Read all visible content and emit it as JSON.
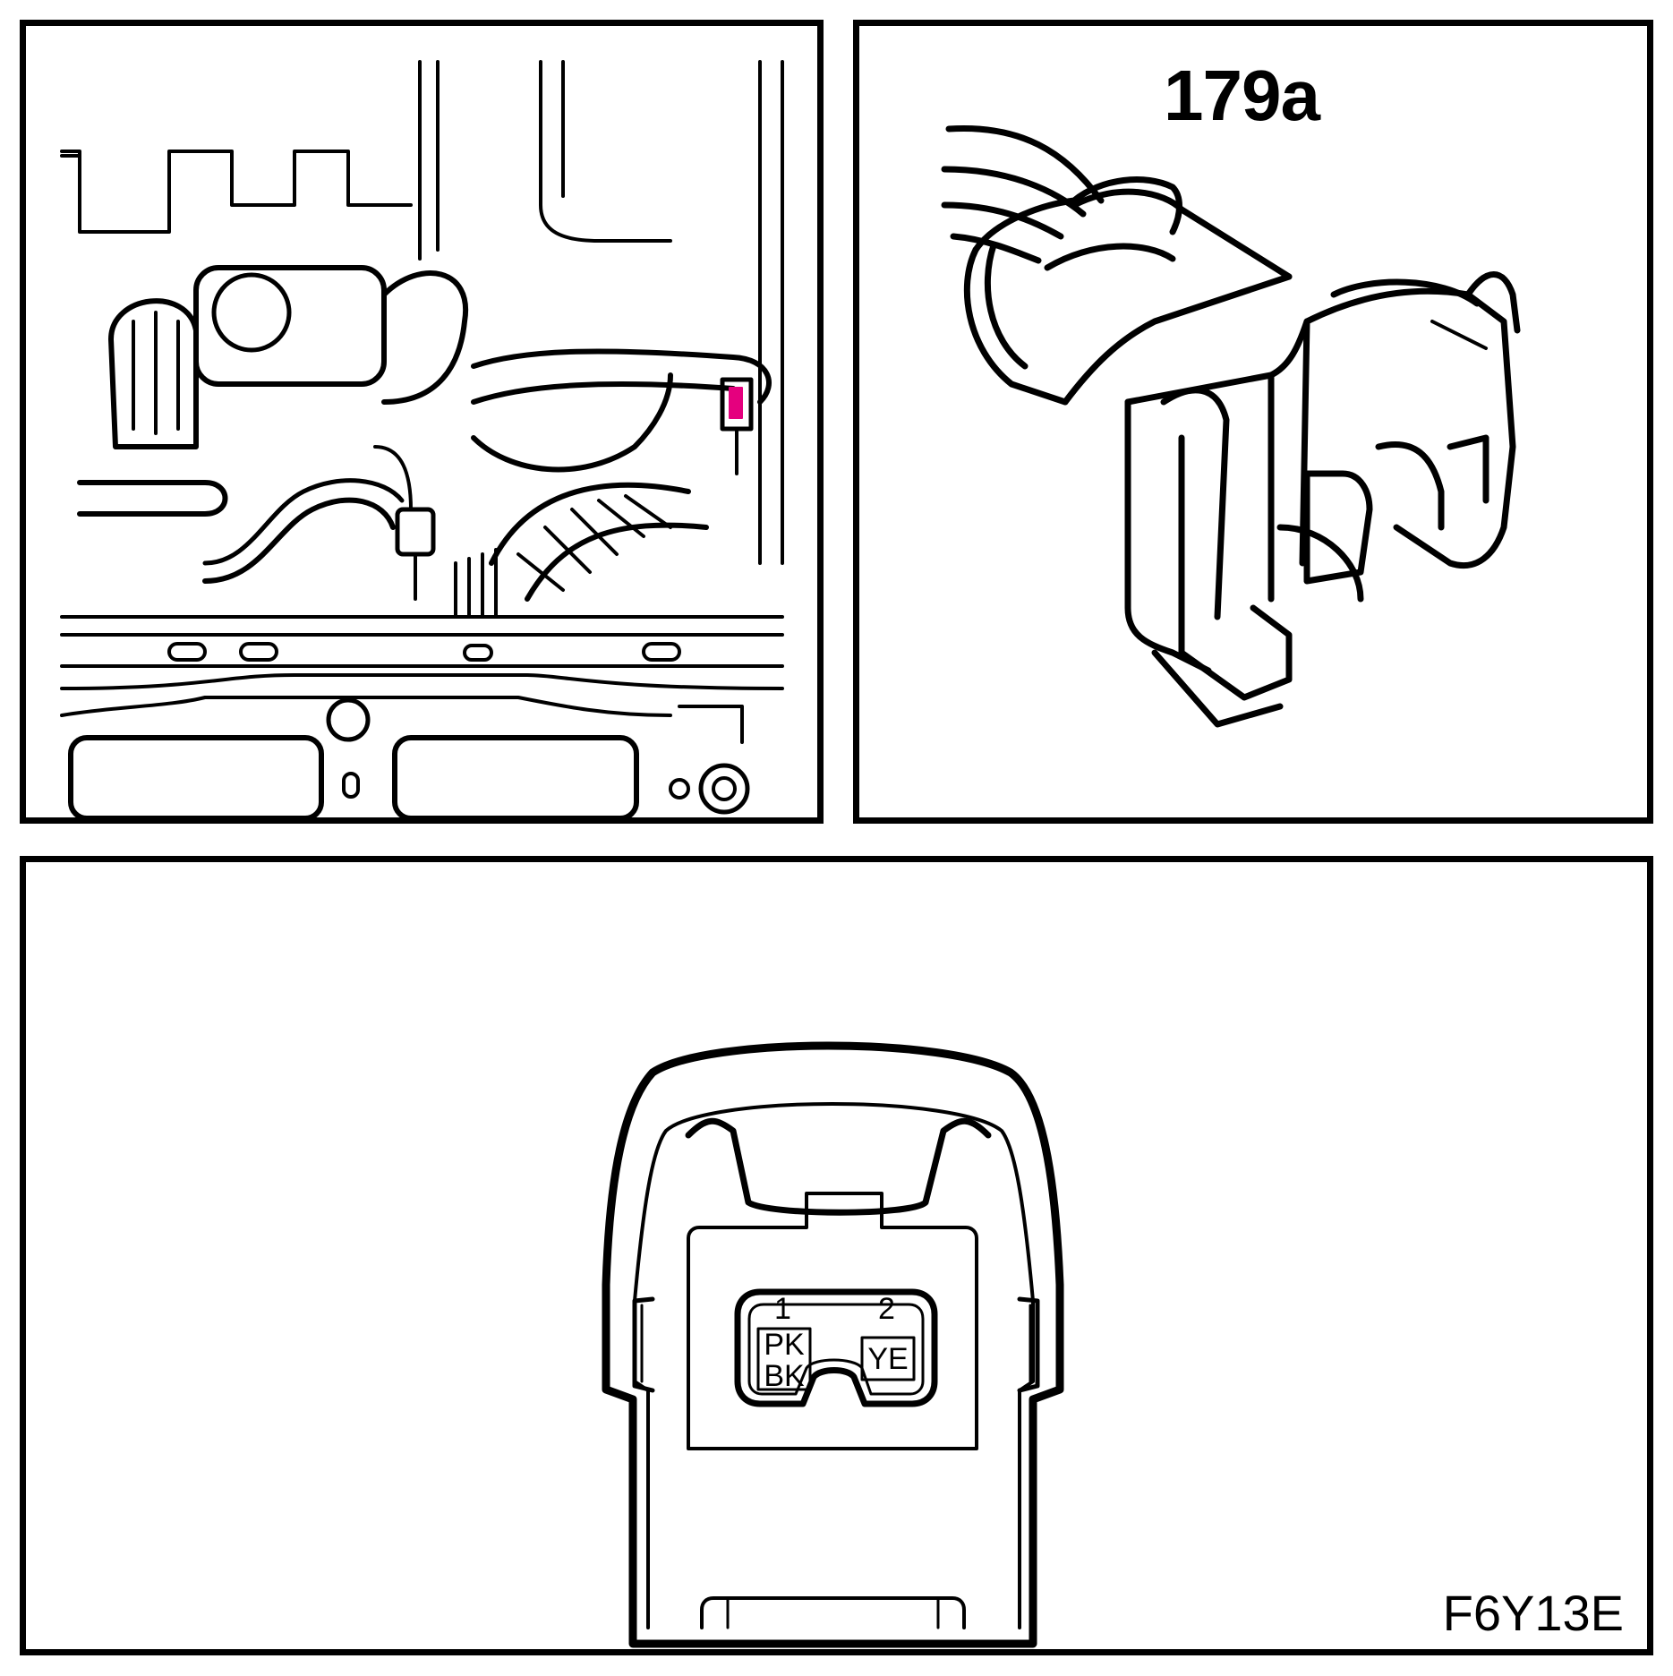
{
  "connector": {
    "id": "179a"
  },
  "figure": {
    "code": "F6Y13E"
  },
  "pins": [
    {
      "number": "1",
      "colors": [
        "PK",
        "BK"
      ]
    },
    {
      "number": "2",
      "colors": [
        "YE"
      ]
    }
  ],
  "colors": {
    "line": "#000000",
    "background": "#ffffff",
    "location_marker": "#e5007e"
  }
}
